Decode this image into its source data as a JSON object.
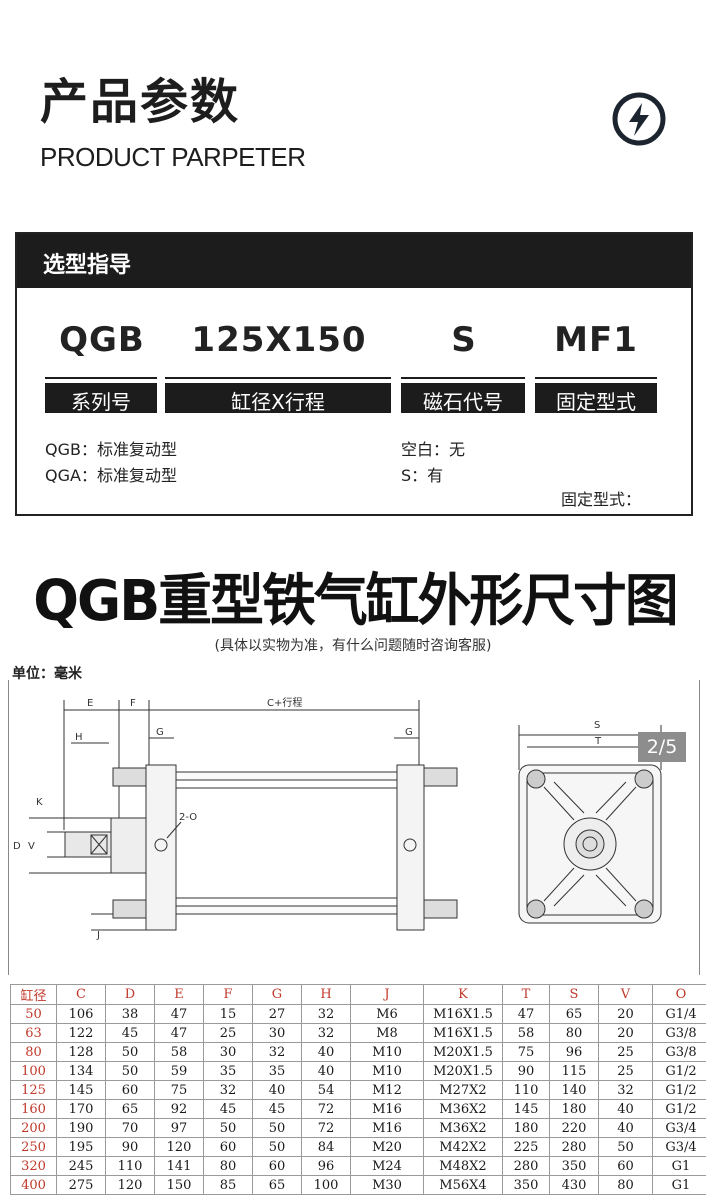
{
  "header": {
    "title_cn": "产品参数",
    "title_en": "PRODUCT PARPETER",
    "badge_icon": "lightning-bolt-icon"
  },
  "guide": {
    "heading": "选型指导",
    "codes": [
      {
        "value": "QGB",
        "label": "系列号"
      },
      {
        "value": "125X150",
        "label": "缸径X行程"
      },
      {
        "value": "S",
        "label": "磁石代号"
      },
      {
        "value": "MF1",
        "label": "固定型式"
      }
    ],
    "notes_left": [
      "QGB：标准复动型",
      "QGA：标准复动型"
    ],
    "notes_right": [
      "空白：无",
      "S：有"
    ],
    "mount_note": "固定型式："
  },
  "drawing": {
    "title": "QGB重型铁气缸外形尺寸图",
    "subtitle": "(具体以实物为准，有什么问题随时咨询客服)",
    "unit": "单位：毫米",
    "page_indicator": "2/5",
    "labels": {
      "E": "E",
      "F": "F",
      "C": "C+行程",
      "G": "G",
      "H": "H",
      "K": "K",
      "D": "D",
      "V": "V",
      "J": "J",
      "O": "2-O",
      "S": "S",
      "T": "T"
    }
  },
  "table": {
    "headers": [
      "缸径",
      "C",
      "D",
      "E",
      "F",
      "G",
      "H",
      "J",
      "K",
      "T",
      "S",
      "V",
      "O"
    ],
    "rows": [
      [
        "50",
        "106",
        "38",
        "47",
        "15",
        "27",
        "32",
        "M6",
        "M16X1.5",
        "47",
        "65",
        "20",
        "G1/4"
      ],
      [
        "63",
        "122",
        "45",
        "47",
        "25",
        "30",
        "32",
        "M8",
        "M16X1.5",
        "58",
        "80",
        "20",
        "G3/8"
      ],
      [
        "80",
        "128",
        "50",
        "58",
        "30",
        "32",
        "40",
        "M10",
        "M20X1.5",
        "75",
        "96",
        "25",
        "G3/8"
      ],
      [
        "100",
        "134",
        "50",
        "59",
        "35",
        "35",
        "40",
        "M10",
        "M20X1.5",
        "90",
        "115",
        "25",
        "G1/2"
      ],
      [
        "125",
        "145",
        "60",
        "75",
        "32",
        "40",
        "54",
        "M12",
        "M27X2",
        "110",
        "140",
        "32",
        "G1/2"
      ],
      [
        "160",
        "170",
        "65",
        "92",
        "45",
        "45",
        "72",
        "M16",
        "M36X2",
        "145",
        "180",
        "40",
        "G1/2"
      ],
      [
        "200",
        "190",
        "70",
        "97",
        "50",
        "50",
        "72",
        "M16",
        "M36X2",
        "180",
        "220",
        "40",
        "G3/4"
      ],
      [
        "250",
        "195",
        "90",
        "120",
        "60",
        "50",
        "84",
        "M20",
        "M42X2",
        "225",
        "280",
        "50",
        "G3/4"
      ],
      [
        "320",
        "245",
        "110",
        "141",
        "80",
        "60",
        "96",
        "M24",
        "M48X2",
        "280",
        "350",
        "60",
        "G1"
      ],
      [
        "400",
        "275",
        "120",
        "150",
        "85",
        "65",
        "100",
        "M30",
        "M56X4",
        "350",
        "430",
        "80",
        "G1"
      ]
    ]
  }
}
